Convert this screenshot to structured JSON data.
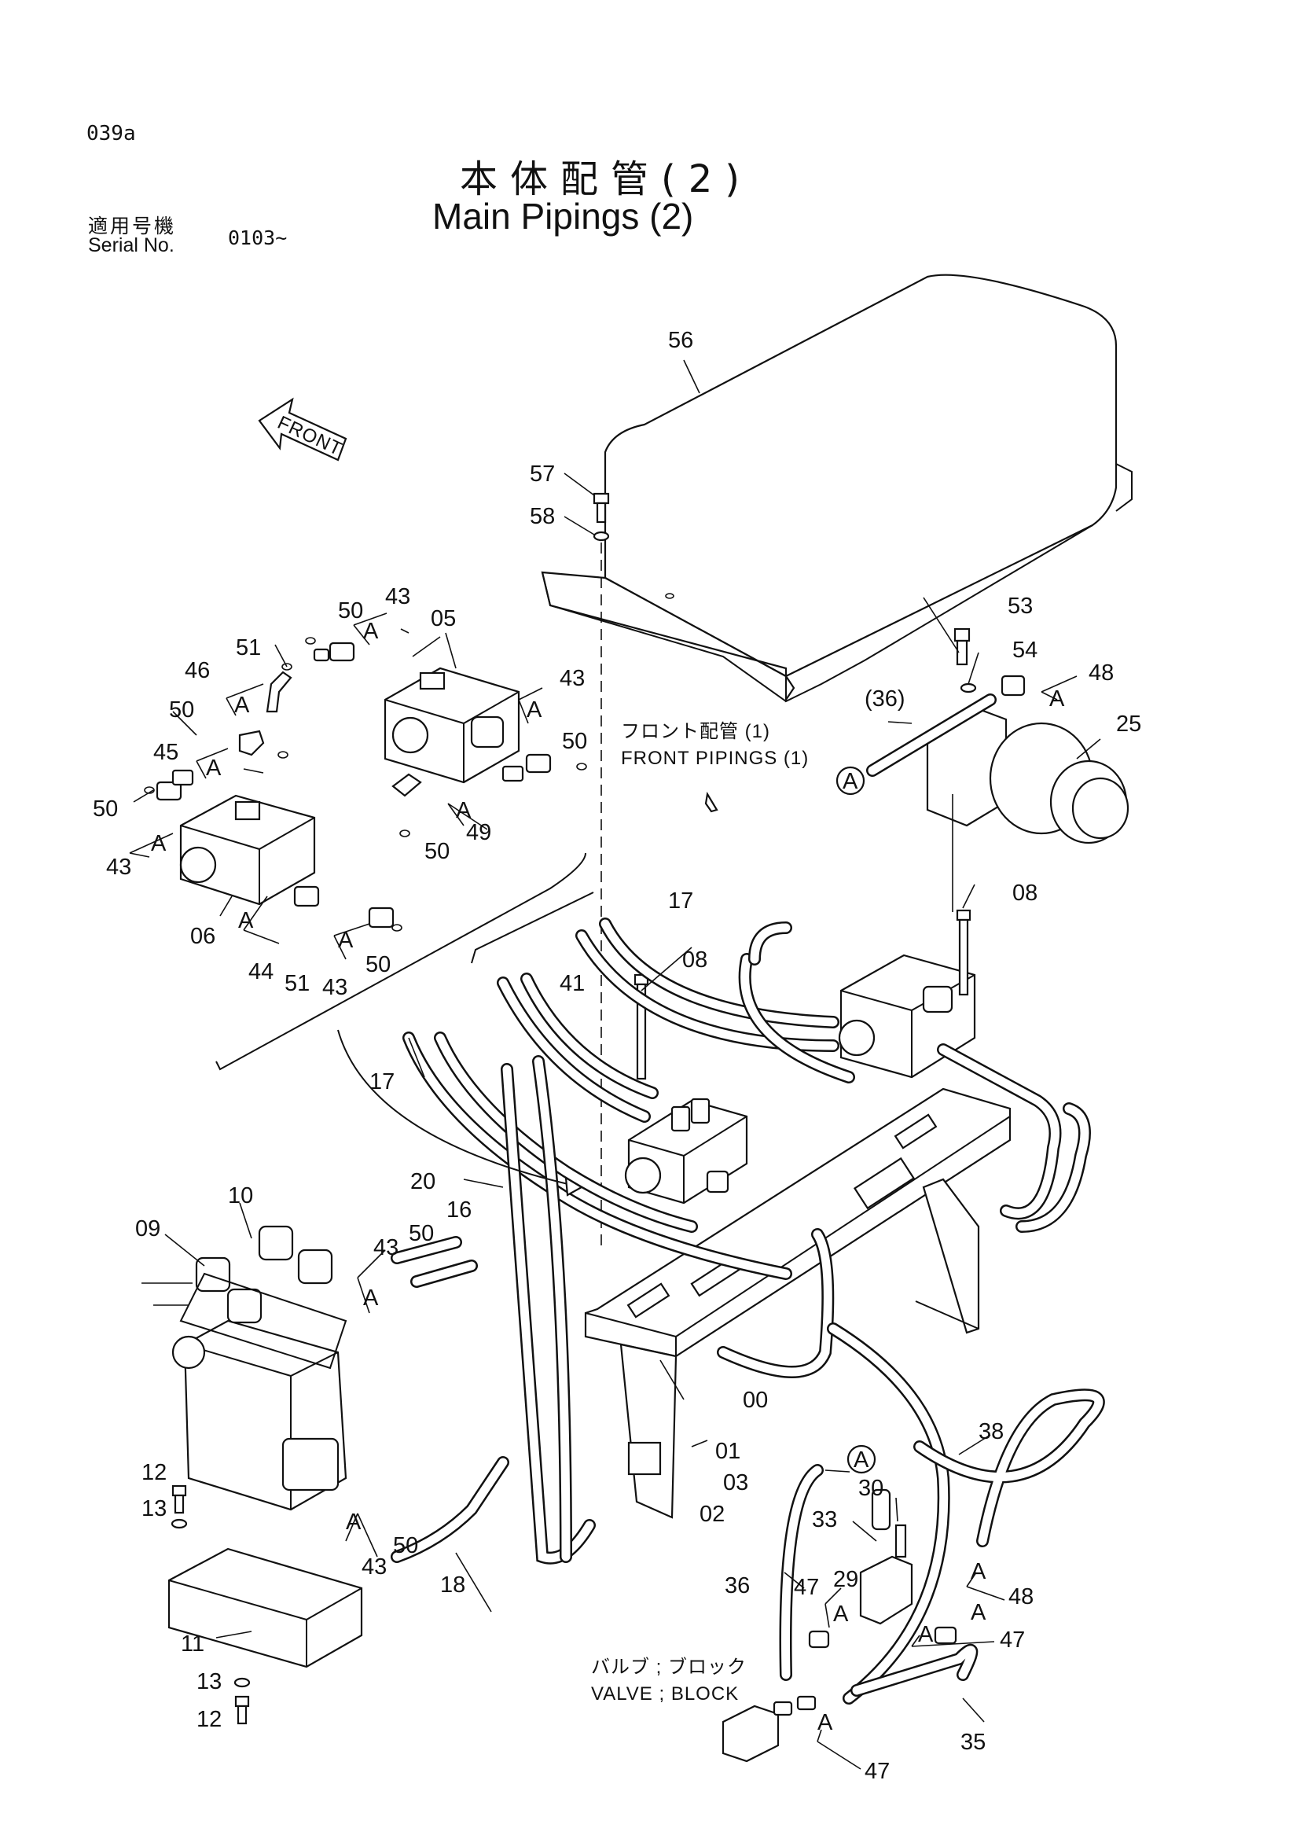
{
  "header": {
    "page_code": "039a",
    "title_ja": "本体配管(2)",
    "title_en": "Main Pipings (2)",
    "serial_label_ja": "適用号機",
    "serial_label_en": "Serial No.",
    "serial_value": "0103~"
  },
  "notes": {
    "front_arrow": "FRONT",
    "front_pipings_ja": "フロント配管 (1)",
    "front_pipings_en": "FRONT PIPINGS (1)",
    "valve_block_ja": "バルブ ; ブロック",
    "valve_block_en": "VALVE ; BLOCK"
  },
  "callouts": {
    "p56": "56",
    "p57": "57",
    "p58": "58",
    "p50a": "50",
    "p43a": "43",
    "p05": "05",
    "p43b": "43",
    "p50b": "50",
    "p51a": "51",
    "p46": "46",
    "p50c": "50",
    "p45": "45",
    "p50d": "50",
    "p43c": "43",
    "p06": "06",
    "p44": "44",
    "p51b": "51",
    "p43d": "43",
    "p50e": "50",
    "p49": "49",
    "p50f": "50",
    "p53": "53",
    "p54": "54",
    "p48a": "48",
    "p36a": "(36)",
    "p25": "25",
    "p17a": "17",
    "p08a": "08",
    "p41": "41",
    "p17b": "17",
    "p08b": "08",
    "p20": "20",
    "p10": "10",
    "p09": "09",
    "p43e": "43",
    "p50g": "50",
    "p16": "16",
    "p00": "00",
    "p01": "01",
    "p03": "03",
    "p02": "02",
    "p12a": "12",
    "p13a": "13",
    "p43f": "43",
    "p50h": "50",
    "p18": "18",
    "p11": "11",
    "p13b": "13",
    "p12b": "12",
    "p38": "38",
    "p30": "30",
    "p33": "33",
    "p29": "29",
    "p36b": "36",
    "p47a": "47",
    "p48b": "48",
    "p47b": "47",
    "p35": "35",
    "p47c": "47"
  },
  "markers": {
    "a1": "A",
    "a2": "A",
    "a3": "A",
    "a4": "A",
    "a5": "A",
    "a6": "A",
    "a7": "A",
    "a8": "A",
    "a9": "A",
    "a10": "A",
    "a11": "A",
    "a12": "A",
    "a13": "A",
    "a14": "A",
    "a15": "A",
    "a16": "A",
    "circ1": "A",
    "circ2": "A"
  }
}
